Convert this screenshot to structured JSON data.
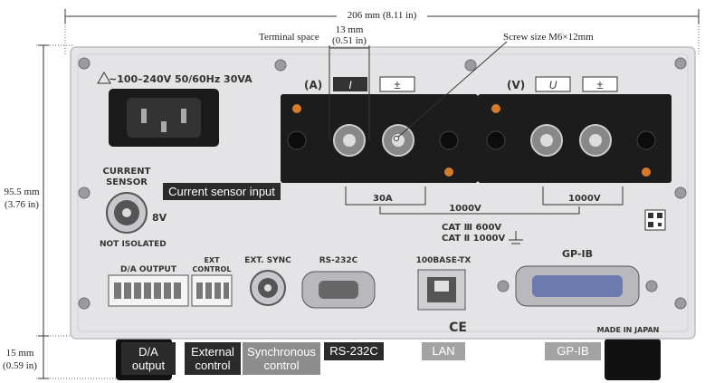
{
  "dimensions": {
    "width": "206 mm (8.11 in)",
    "height_mm": "95.5 mm",
    "height_in": "(3.76 in)",
    "foot_mm": "15 mm",
    "foot_in": "(0.59 in)",
    "terminal_space_label": "Terminal space",
    "terminal_mm": "13 mm",
    "terminal_in": "(0.51 in)",
    "screw_size": "Screw size  M6×12mm"
  },
  "panel_text": {
    "power_rating": "~100–240V  50/60Hz  30VA",
    "current_sensor_line1": "CURRENT",
    "current_sensor_line2": "SENSOR",
    "sensor_voltage": "8V",
    "not_isolated": "NOT ISOLATED",
    "terminal_a": "(A)",
    "terminal_v": "(V)",
    "sym_i": "I",
    "sym_u": "U",
    "sym_pm": "±",
    "rating_30a": "30A",
    "rating_1000v_a": "1000V",
    "rating_1000v_b": "1000V",
    "cat_600": "CAT Ⅲ 600V",
    "cat_1000": "CAT Ⅱ 1000V",
    "ext_sync": "EXT. SYNC",
    "rs232c": "RS-232C",
    "lan": "100BASE-TX",
    "gpib": "GP-IB",
    "da_output": "D/A OUTPUT",
    "ext_control_1": "EXT",
    "ext_control_2": "CONTROL",
    "made_in": "MADE IN JAPAN",
    "ce": "CE"
  },
  "callouts": {
    "current_sensor_input": "Current sensor input",
    "da_output": "D/A\noutput",
    "external_control": "External\ncontrol",
    "synchronous_control": "Synchronous\ncontrol",
    "rs232c": "RS-232C",
    "lan": "LAN",
    "gpib": "GP-IB"
  },
  "colors": {
    "panel": "#e4e4e6",
    "terminal_block": "#1c1c1c",
    "callout_dark": "#2b2b2b",
    "callout_gray": "#8d8d8d",
    "accent_orange": "#d77a2a"
  }
}
